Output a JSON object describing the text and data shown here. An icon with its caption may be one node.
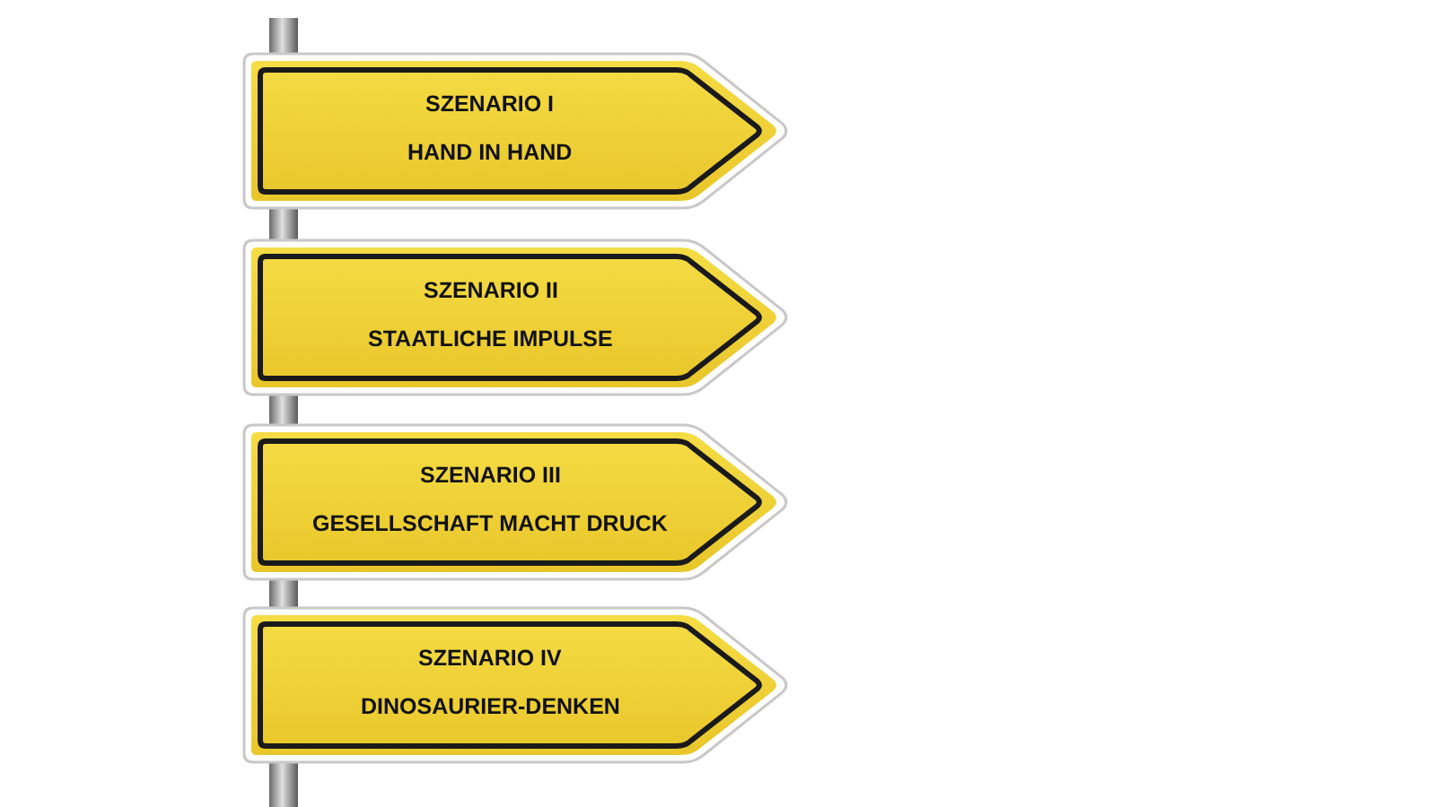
{
  "diagram": {
    "nodes": [
      {
        "text": [
          "SZENARIO I",
          "HAND IN HAND"
        ]
      },
      {
        "text": [
          "SZENARIO II",
          "STAATLICHE IMPULSE"
        ]
      },
      {
        "text": [
          "SZENARIO III",
          "GESELLSCHAFT MACHT DRUCK"
        ]
      },
      {
        "text": [
          "SZENARIO IV",
          "DINOSAURIER-DENKEN"
        ]
      },
      {
        "text": [],
        "shape": "bar"
      }
    ]
  }
}
